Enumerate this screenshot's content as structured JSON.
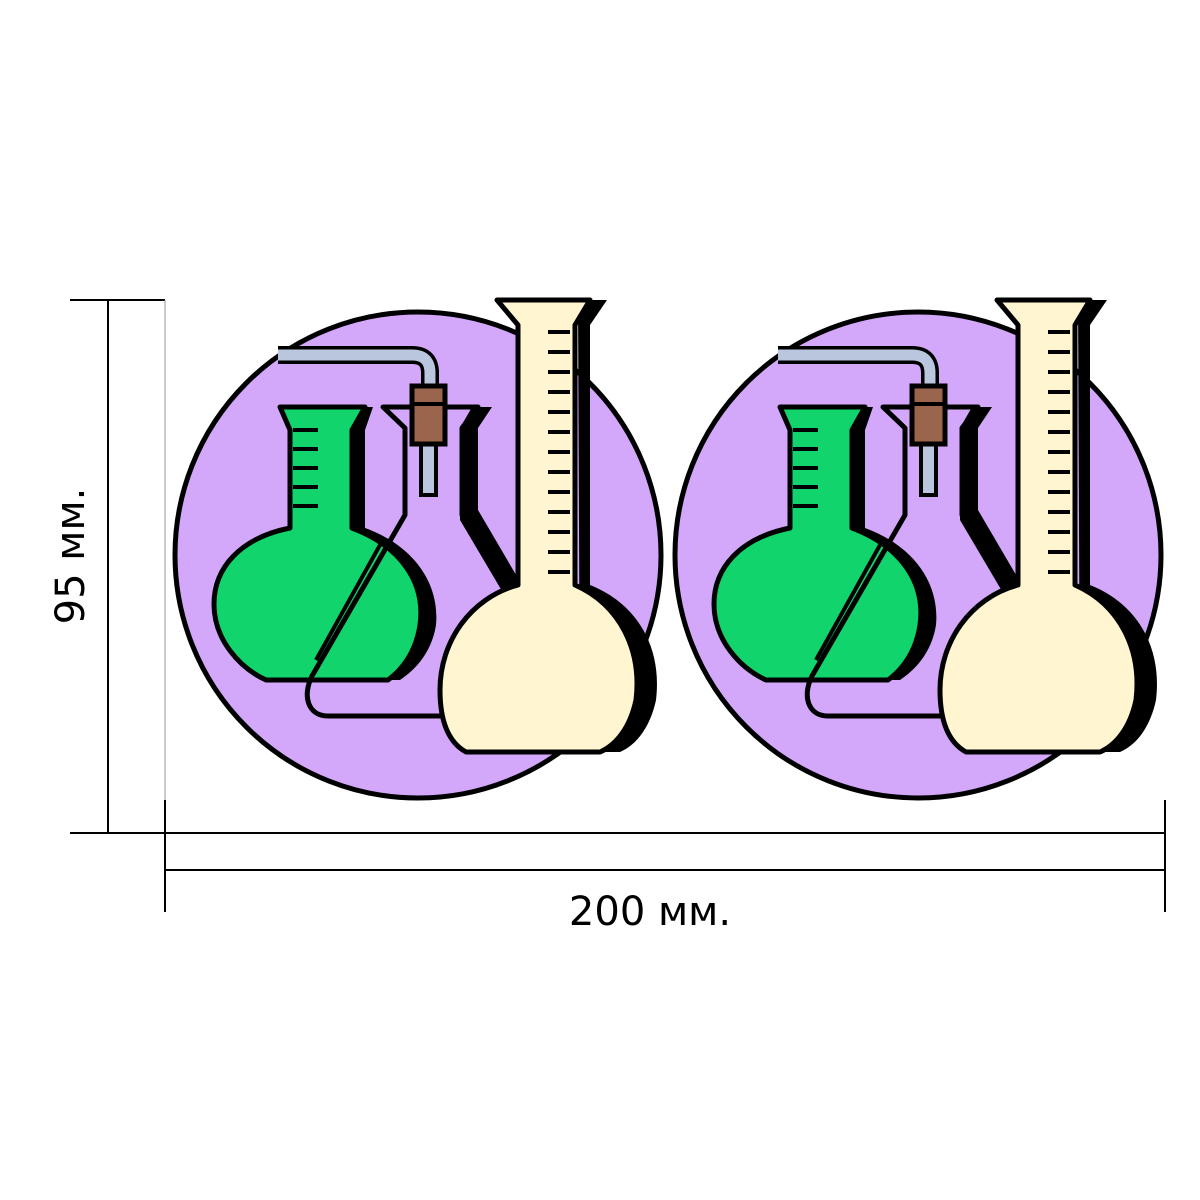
{
  "dimensions": {
    "height_label": "95 мм.",
    "width_label": "200 мм."
  },
  "stickers": [
    {
      "name": "sticker-left"
    },
    {
      "name": "sticker-right"
    }
  ],
  "colors": {
    "circle": "#d3a8fb",
    "green_liquid": "#11d46c",
    "cream_liquid": "#fff5d0",
    "tube": "#b9c6de",
    "stopper": "#9b644c",
    "outline": "#000000"
  }
}
